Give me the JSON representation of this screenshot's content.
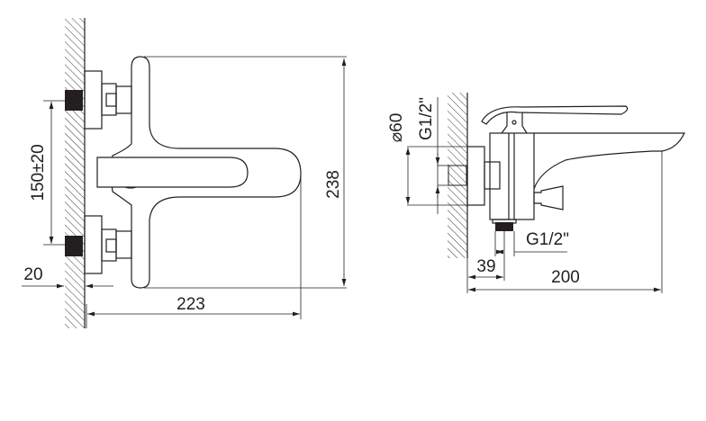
{
  "front_view": {
    "dim_spacing": "150±20",
    "dim_wall_offset": "20",
    "dim_projection": "223",
    "dim_height": "238"
  },
  "side_view": {
    "dim_diameter": "⌀60",
    "dim_inlet_thread": "G1/2\"",
    "dim_outlet_thread": "G1/2\"",
    "dim_outlet_offset": "39",
    "dim_depth": "200"
  },
  "colors": {
    "line": "#231f20",
    "background": "#ffffff"
  }
}
